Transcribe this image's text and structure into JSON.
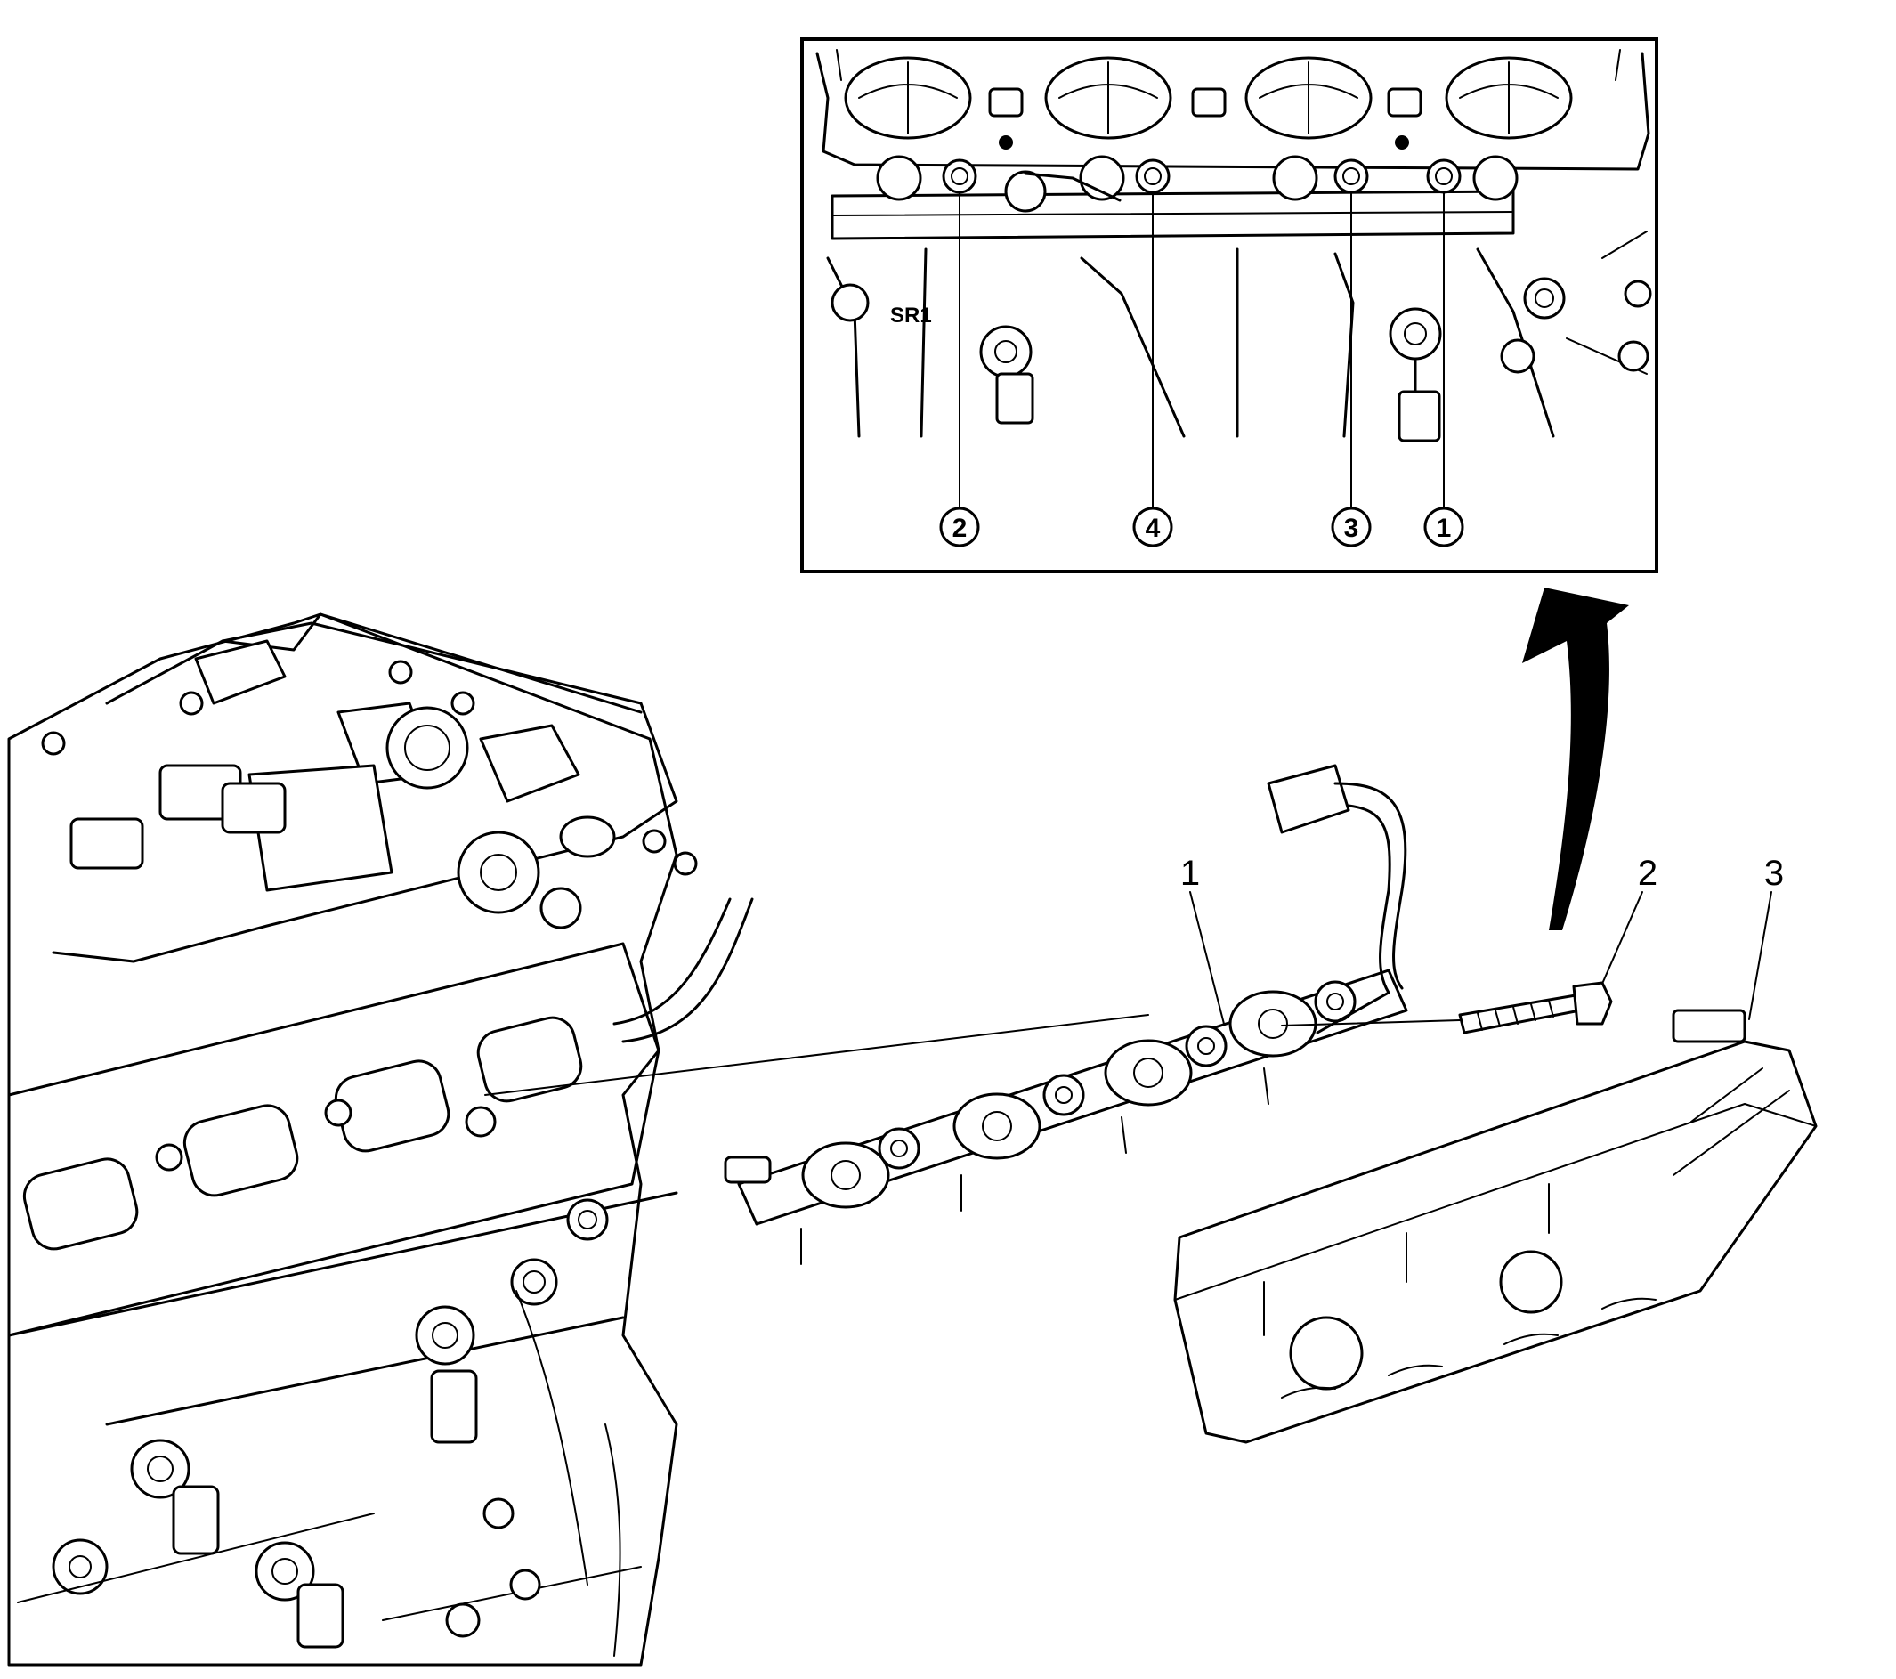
{
  "inset": {
    "sequence_labels": [
      "2",
      "4",
      "3",
      "1"
    ],
    "engraved_text": "SR1"
  },
  "callouts": [
    {
      "id": "fuel-rail",
      "label": "1"
    },
    {
      "id": "bolt",
      "label": "2"
    },
    {
      "id": "cover",
      "label": "3"
    }
  ],
  "colors": {
    "ink": "#000000",
    "paper": "#ffffff"
  }
}
